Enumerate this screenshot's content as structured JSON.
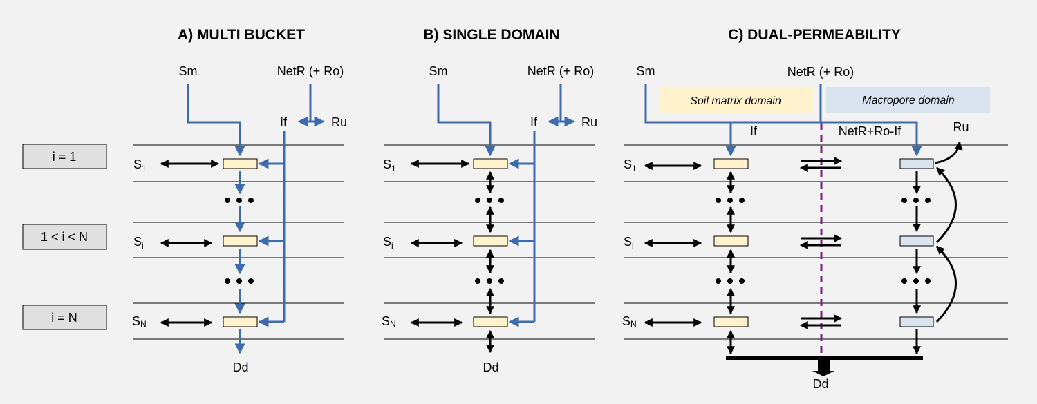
{
  "panels": {
    "a": {
      "title": "A) MULTI BUCKET",
      "sm": "Sm",
      "netr": "NetR (+ Ro)",
      "if": "If",
      "ru": "Ru",
      "dd": "Dd"
    },
    "b": {
      "title": "B) SINGLE DOMAIN",
      "sm": "Sm",
      "netr": "NetR (+ Ro)",
      "if": "If",
      "ru": "Ru",
      "dd": "Dd"
    },
    "c": {
      "title": "C) DUAL-PERMEABILITY",
      "sm": "Sm",
      "netr": "NetR (+ Ro)",
      "soil_matrix": "Soil matrix domain",
      "macropore": "Macropore domain",
      "if": "If",
      "netr_ro_if": "NetR+Ro-If",
      "ru": "Ru",
      "dd": "Dd"
    }
  },
  "layers": [
    {
      "box": "i = 1",
      "s": "S",
      "sub": "1"
    },
    {
      "box": "1 < i < N",
      "s": "S",
      "sub": "i"
    },
    {
      "box": "i = N",
      "s": "S",
      "sub": "N"
    }
  ],
  "colors": {
    "blue": "#3d6bab",
    "matrix_fill": "#fff2cc",
    "macro_fill": "#dae3f0",
    "purple": "#7b1f7f"
  }
}
